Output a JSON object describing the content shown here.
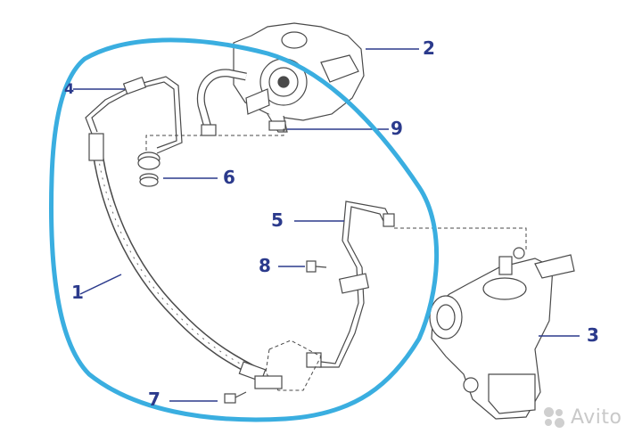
{
  "diagram": {
    "callouts": [
      {
        "id": "part-1",
        "number": "1"
      },
      {
        "id": "part-2",
        "number": "2"
      },
      {
        "id": "part-3",
        "number": "3"
      },
      {
        "id": "part-4",
        "number": "4"
      },
      {
        "id": "part-5",
        "number": "5"
      },
      {
        "id": "part-6",
        "number": "6"
      },
      {
        "id": "part-7",
        "number": "7"
      },
      {
        "id": "part-8",
        "number": "8"
      },
      {
        "id": "part-9",
        "number": "9"
      }
    ],
    "watermark": {
      "text": "Avito",
      "logo_icon": "avito-dots-icon"
    },
    "colors": {
      "callout": "#2b3a8c",
      "highlight_outline": "#3aaee0",
      "line_art": "#4a4a4a",
      "watermark": "#c9c9c9"
    }
  }
}
